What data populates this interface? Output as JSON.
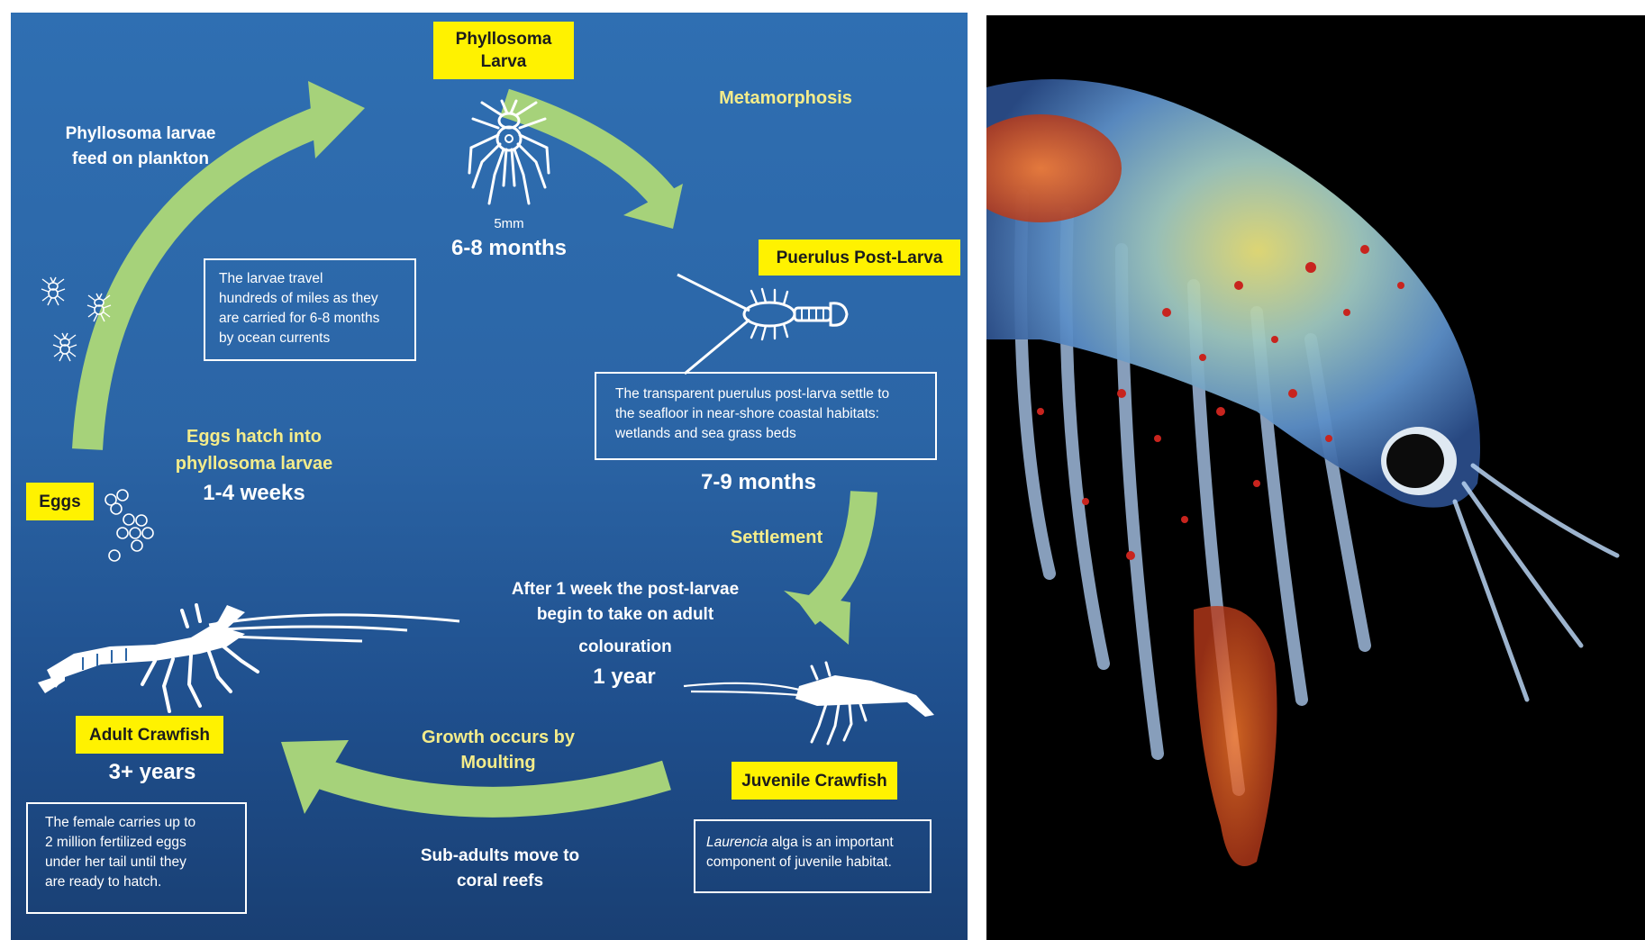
{
  "stages": {
    "phyllosoma": {
      "label_line1": "Phyllosoma",
      "label_line2": "Larva",
      "size": "5mm",
      "duration": "6-8 months"
    },
    "puerulus": {
      "label": "Puerulus Post-Larva",
      "duration": "7-9 months"
    },
    "juvenile": {
      "label": "Juvenile Crawfish",
      "duration": "1 year"
    },
    "adult": {
      "label": "Adult Crawfish",
      "duration": "3+ years"
    },
    "eggs": {
      "label": "Eggs",
      "duration": "1-4 weeks"
    }
  },
  "transitions": {
    "metamorphosis": "Metamorphosis",
    "settlement": "Settlement",
    "growth_line1": "Growth occurs by",
    "growth_line2": "Moulting",
    "hatch_line1": "Eggs hatch into",
    "hatch_line2": "phyllosoma larvae"
  },
  "notes": {
    "feed_line1": "Phyllosoma larvae",
    "feed_line2": "feed on plankton",
    "postlarvae_line1": "After 1 week the post-larvae",
    "postlarvae_line2": "begin to take on adult",
    "postlarvae_line3": "colouration",
    "subadult_line1": "Sub-adults move to",
    "subadult_line2": "coral reefs"
  },
  "info_boxes": {
    "larvae_travel": [
      "The larvae travel",
      "hundreds of miles as they",
      "are carried for 6-8 months",
      "by ocean currents"
    ],
    "puerulus_settle": [
      "The transparent puerulus post-larva settle to",
      "the seafloor in near-shore coastal habitats:",
      "wetlands and sea grass beds"
    ],
    "juvenile_habitat_italic": "Laurencia",
    "juvenile_habitat_line1_rest": " alga is an important",
    "juvenile_habitat_line2": "component of juvenile habitat.",
    "female_eggs": [
      "The female carries up to",
      "2 million fertilized eggs",
      "under her tail until they",
      "are ready to hatch."
    ]
  },
  "colors": {
    "arrow": "#a6d27a",
    "stage_label_bg": "#fff200",
    "ocean_top": "#2f6fb2",
    "ocean_bottom": "#193f73",
    "transition_text": "#f4ec8a"
  },
  "icons": [
    "phyllosoma-icon",
    "puerulus-icon",
    "juvenile-crawfish-icon",
    "adult-crawfish-icon",
    "eggs-icon",
    "small-larvae-icon"
  ]
}
